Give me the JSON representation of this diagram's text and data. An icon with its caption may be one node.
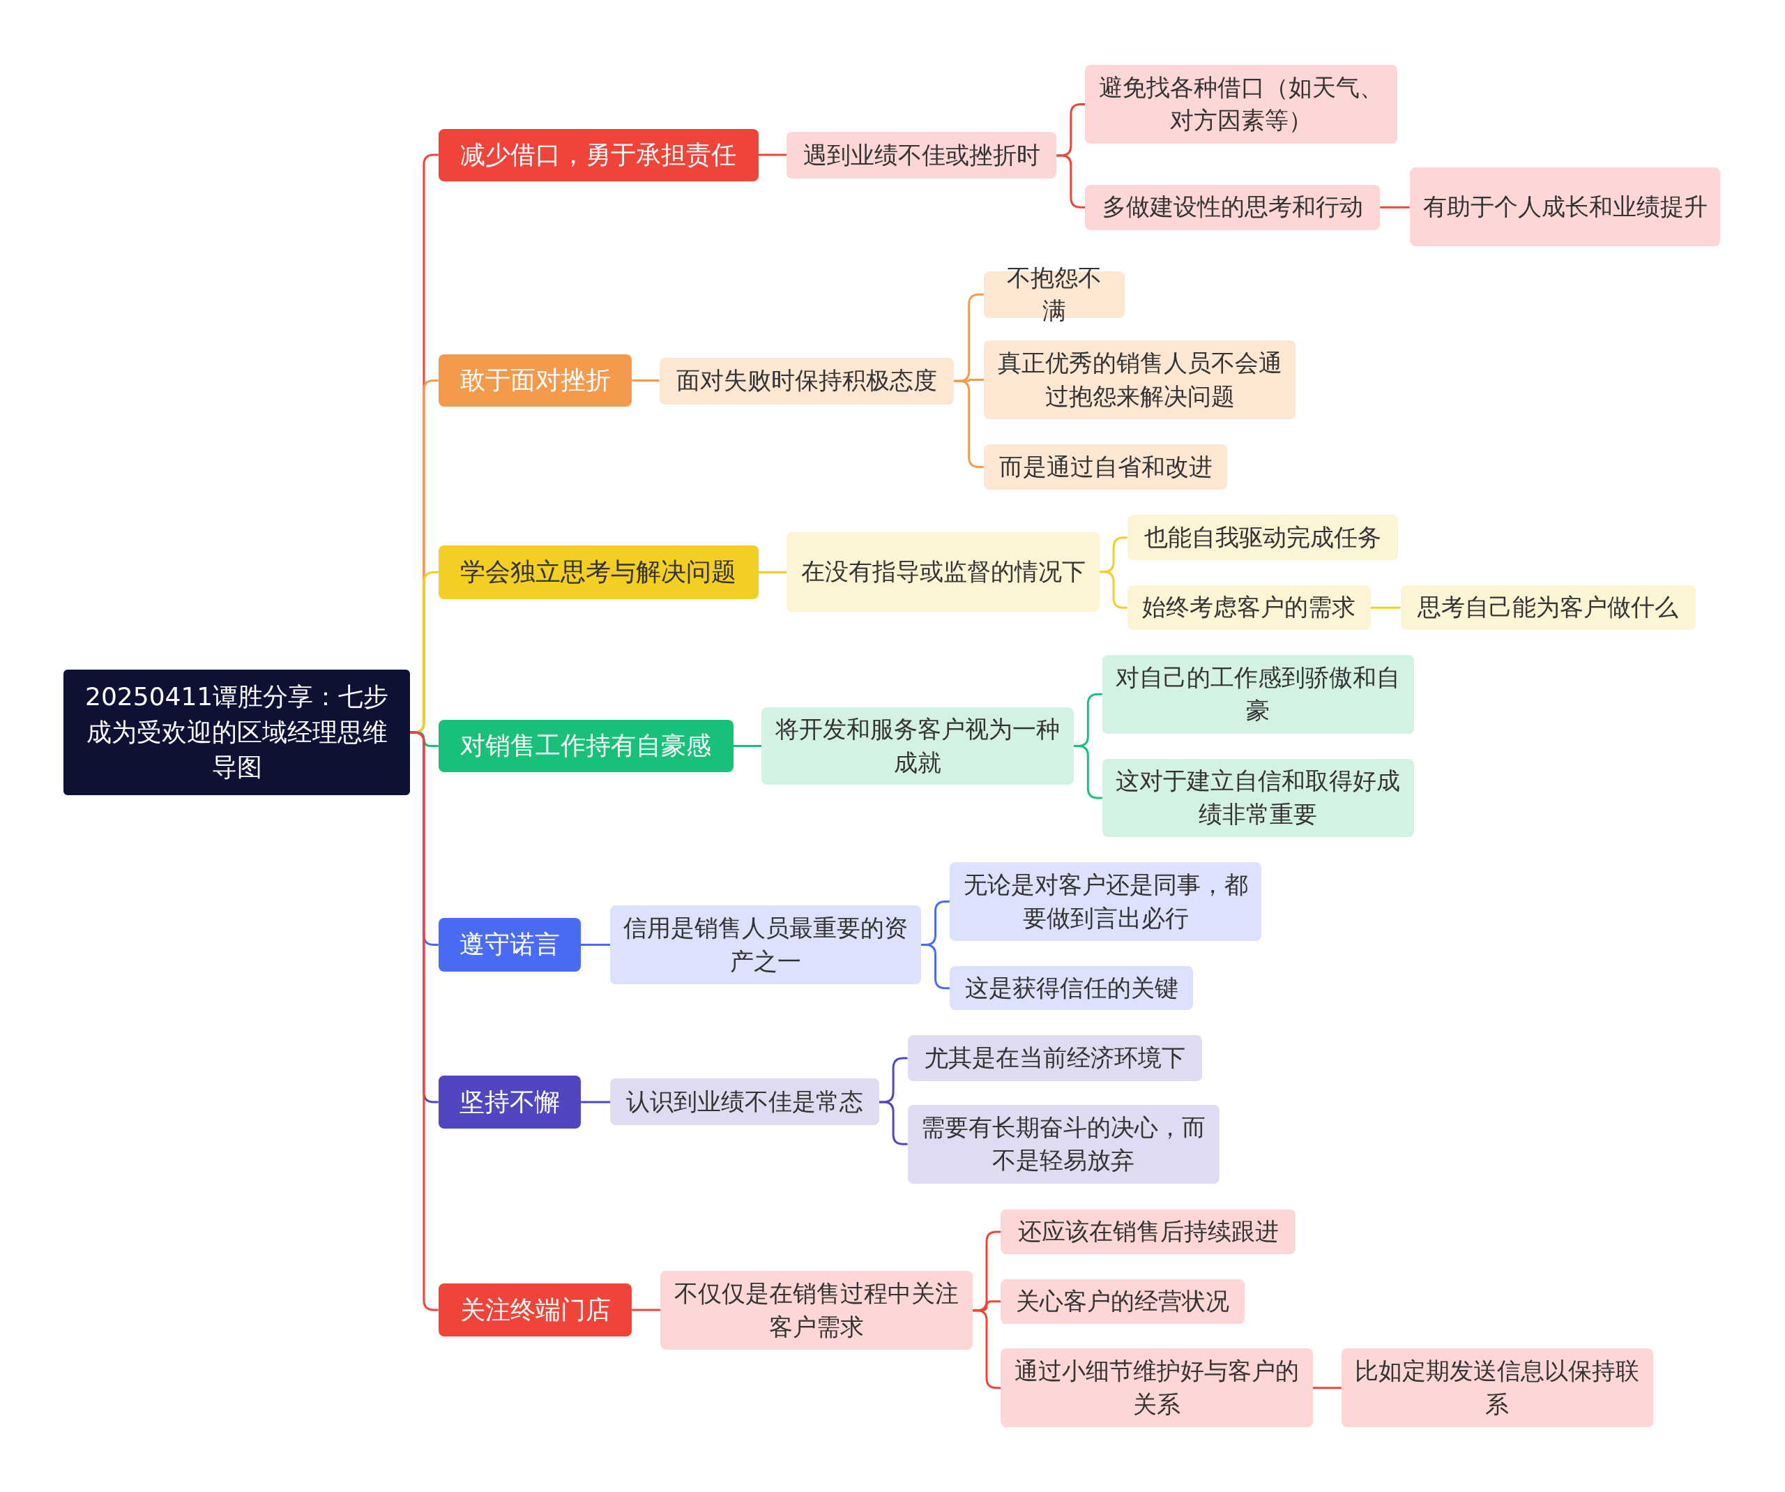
{
  "diagram": {
    "nodes": [
      {
        "text": [
          "20250411谭胜分享：七步成为受欢迎的区域经理思维导图"
        ]
      },
      {
        "text": [
          "减少借口，勇于承担责任"
        ]
      },
      {
        "text": [
          "遇到业绩不佳或挫折时"
        ]
      },
      {
        "text": [
          "避免找各种借口（如天气、对方因素等）"
        ]
      },
      {
        "text": [
          "多做建设性的思考和行动"
        ]
      },
      {
        "text": [
          "有助于个人成长和业绩提升"
        ]
      },
      {
        "text": [
          "敢于面对挫折"
        ]
      },
      {
        "text": [
          "面对失败时保持积极态度"
        ]
      },
      {
        "text": [
          "不抱怨不满"
        ]
      },
      {
        "text": [
          "真正优秀的销售人员不会通过抱怨来解决问题"
        ]
      },
      {
        "text": [
          "而是通过自省和改进"
        ]
      },
      {
        "text": [
          "学会独立思考与解决问题"
        ]
      },
      {
        "text": [
          "在没有指导或监督的情况下"
        ]
      },
      {
        "text": [
          "也能自我驱动完成任务"
        ]
      },
      {
        "text": [
          "始终考虑客户的需求"
        ]
      },
      {
        "text": [
          "思考自己能为客户做什么"
        ]
      },
      {
        "text": [
          "对销售工作持有自豪感"
        ]
      },
      {
        "text": [
          "将开发和服务客户视为一种成就"
        ]
      },
      {
        "text": [
          "对自己的工作感到骄傲和自豪"
        ]
      },
      {
        "text": [
          "这对于建立自信和取得好成绩非常重要"
        ]
      },
      {
        "text": [
          "遵守诺言"
        ]
      },
      {
        "text": [
          "信用是销售人员最重要的资产之一"
        ]
      },
      {
        "text": [
          "无论是对客户还是同事，都要做到言出必行"
        ]
      },
      {
        "text": [
          "这是获得信任的关键"
        ]
      },
      {
        "text": [
          "坚持不懈"
        ]
      },
      {
        "text": [
          "认识到业绩不佳是常态"
        ]
      },
      {
        "text": [
          "尤其是在当前经济环境下"
        ]
      },
      {
        "text": [
          "需要有长期奋斗的决心，而不是轻易放弃"
        ]
      },
      {
        "text": [
          "关注终端门店"
        ]
      },
      {
        "text": [
          "不仅仅是在销售过程中关注客户需求"
        ]
      },
      {
        "text": [
          "还应该在销售后持续跟进"
        ]
      },
      {
        "text": [
          "关心客户的经营状况"
        ]
      },
      {
        "text": [
          "通过小细节维护好与客户的关系"
        ]
      },
      {
        "text": [
          "比如定期发送信息以保持联系"
        ]
      }
    ],
    "edges": [
      {
        "from": 0,
        "to": 1,
        "arrow": "none",
        "color": "#f0443a"
      },
      {
        "from": 1,
        "to": 2,
        "arrow": "none",
        "color": "#f0443a"
      },
      {
        "from": 2,
        "to": 3,
        "arrow": "none",
        "color": "#f0443a"
      },
      {
        "from": 2,
        "to": 4,
        "arrow": "none",
        "color": "#f0443a"
      },
      {
        "from": 4,
        "to": 5,
        "arrow": "none",
        "color": "#f0443a"
      },
      {
        "from": 0,
        "to": 6,
        "arrow": "none",
        "color": "#f59a4a"
      },
      {
        "from": 6,
        "to": 7,
        "arrow": "none",
        "color": "#f59a4a"
      },
      {
        "from": 7,
        "to": 8,
        "arrow": "none",
        "color": "#f59a4a"
      },
      {
        "from": 7,
        "to": 9,
        "arrow": "none",
        "color": "#f59a4a"
      },
      {
        "from": 7,
        "to": 10,
        "arrow": "none",
        "color": "#f59a4a"
      },
      {
        "from": 0,
        "to": 11,
        "arrow": "none",
        "color": "#f2cf22"
      },
      {
        "from": 11,
        "to": 12,
        "arrow": "none",
        "color": "#f2cf22"
      },
      {
        "from": 12,
        "to": 13,
        "arrow": "none",
        "color": "#f2cf22"
      },
      {
        "from": 12,
        "to": 14,
        "arrow": "none",
        "color": "#f2cf22"
      },
      {
        "from": 14,
        "to": 15,
        "arrow": "none",
        "color": "#f2cf22"
      },
      {
        "from": 0,
        "to": 16,
        "arrow": "none",
        "color": "#18c07a"
      },
      {
        "from": 16,
        "to": 17,
        "arrow": "none",
        "color": "#18c07a"
      },
      {
        "from": 17,
        "to": 18,
        "arrow": "none",
        "color": "#18c07a"
      },
      {
        "from": 17,
        "to": 19,
        "arrow": "none",
        "color": "#18c07a"
      },
      {
        "from": 0,
        "to": 20,
        "arrow": "none",
        "color": "#4a6cf5"
      },
      {
        "from": 20,
        "to": 21,
        "arrow": "none",
        "color": "#4a6cf5"
      },
      {
        "from": 21,
        "to": 22,
        "arrow": "none",
        "color": "#4a6cf5"
      },
      {
        "from": 21,
        "to": 23,
        "arrow": "none",
        "color": "#4a6cf5"
      },
      {
        "from": 0,
        "to": 24,
        "arrow": "none",
        "color": "#5046c0"
      },
      {
        "from": 24,
        "to": 25,
        "arrow": "none",
        "color": "#5046c0"
      },
      {
        "from": 25,
        "to": 26,
        "arrow": "none",
        "color": "#5046c0"
      },
      {
        "from": 25,
        "to": 27,
        "arrow": "none",
        "color": "#5046c0"
      },
      {
        "from": 0,
        "to": 28,
        "arrow": "none",
        "color": "#f0443a"
      },
      {
        "from": 28,
        "to": 29,
        "arrow": "none",
        "color": "#f0443a"
      },
      {
        "from": 29,
        "to": 30,
        "arrow": "none",
        "color": "#f0443a"
      },
      {
        "from": 29,
        "to": 31,
        "arrow": "none",
        "color": "#f0443a"
      },
      {
        "from": 29,
        "to": 32,
        "arrow": "none",
        "color": "#f0443a"
      },
      {
        "from": 32,
        "to": 33,
        "arrow": "none",
        "color": "#f0443a"
      }
    ]
  }
}
